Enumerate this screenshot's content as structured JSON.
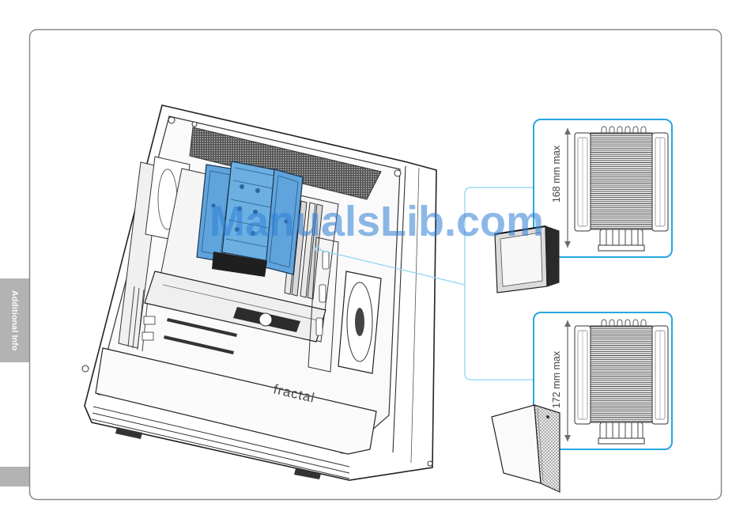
{
  "page": {
    "side_tab": "Additional Info",
    "watermark": "ManualsLib.com"
  },
  "case": {
    "logo": "fractal"
  },
  "clearances": [
    {
      "label": "168 mm max"
    },
    {
      "label": "172 mm max"
    }
  ],
  "colors": {
    "accent": "#27a6df",
    "leader": "#8fd4f2",
    "cooler_blue": "#5fa4dc",
    "tab_gray": "#b3b3b3",
    "frame": "#8a8a8a"
  },
  "icons": [
    "dimension-arrow-icon"
  ]
}
